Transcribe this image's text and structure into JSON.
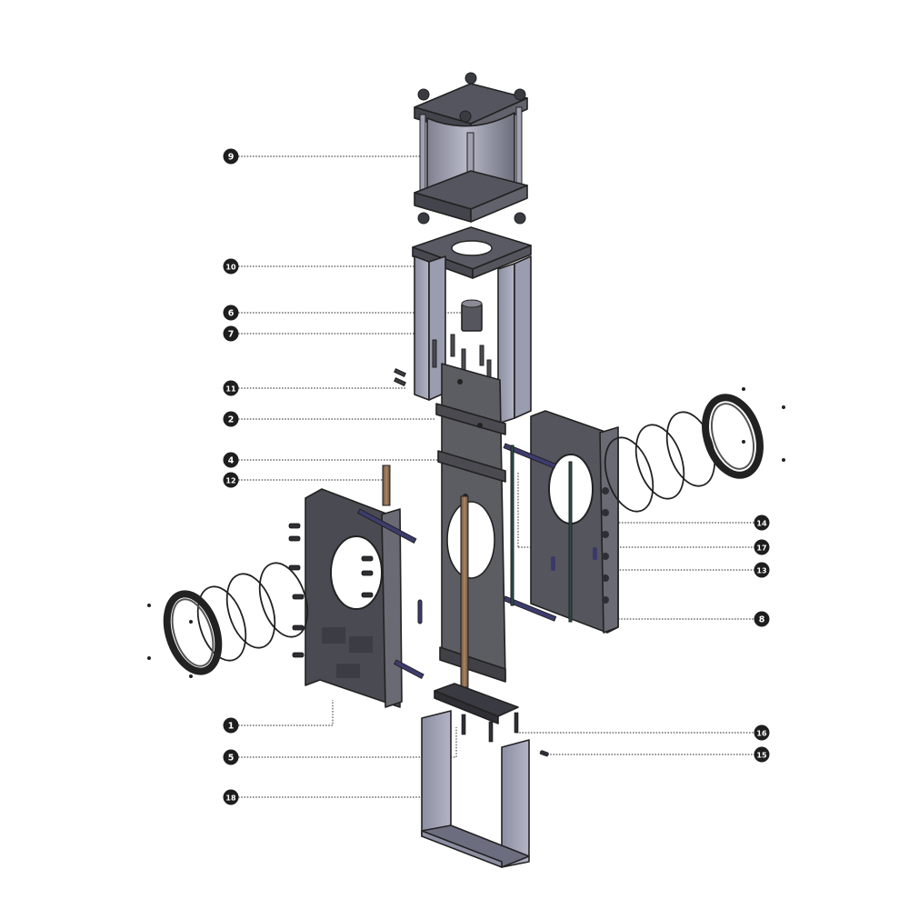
{
  "diagram": {
    "type": "exploded-assembly",
    "subject": "knife gate valve with pneumatic cylinder actuator",
    "colors": {
      "background": "#ffffff",
      "body_dark": "#4a4a52",
      "body_mid": "#6b6b75",
      "body_light": "#9a9aa8",
      "panel_light": "#a9abbf",
      "gate_plate": "#5a5a60",
      "bronze_rod": "#8b6b4e",
      "tie_rod": "#3c3c6e",
      "stroke": "#222222",
      "callout_fill": "#1e1e1e",
      "leader": "#555555"
    },
    "callouts": [
      {
        "id": "9",
        "label": "9",
        "side": "left",
        "part": "pneumatic-cylinder"
      },
      {
        "id": "10",
        "label": "10",
        "side": "left",
        "part": "yoke-bracket"
      },
      {
        "id": "6",
        "label": "6",
        "side": "left",
        "part": "stem-coupling"
      },
      {
        "id": "7",
        "label": "7",
        "side": "left",
        "part": "yoke-bolts"
      },
      {
        "id": "11",
        "label": "11",
        "side": "left",
        "part": "side-screws"
      },
      {
        "id": "2",
        "label": "2",
        "side": "left",
        "part": "packing-gland"
      },
      {
        "id": "4",
        "label": "4",
        "side": "left",
        "part": "gate-plate"
      },
      {
        "id": "12",
        "label": "12",
        "side": "left",
        "part": "scraper-strip"
      },
      {
        "id": "1",
        "label": "1",
        "side": "left",
        "part": "valve-body-left"
      },
      {
        "id": "5",
        "label": "5",
        "side": "left",
        "part": "bottom-guide-bolts"
      },
      {
        "id": "18",
        "label": "18",
        "side": "left",
        "part": "bottom-guard-frame"
      },
      {
        "id": "14",
        "label": "14",
        "side": "right",
        "part": "seat-ring"
      },
      {
        "id": "17",
        "label": "17",
        "side": "right",
        "part": "seal-gasket"
      },
      {
        "id": "13",
        "label": "13",
        "side": "right",
        "part": "body-nuts"
      },
      {
        "id": "8",
        "label": "8",
        "side": "right",
        "part": "valve-body-right"
      },
      {
        "id": "16",
        "label": "16",
        "side": "right",
        "part": "bottom-guide-block"
      },
      {
        "id": "15",
        "label": "15",
        "side": "right",
        "part": "set-screw"
      }
    ]
  }
}
